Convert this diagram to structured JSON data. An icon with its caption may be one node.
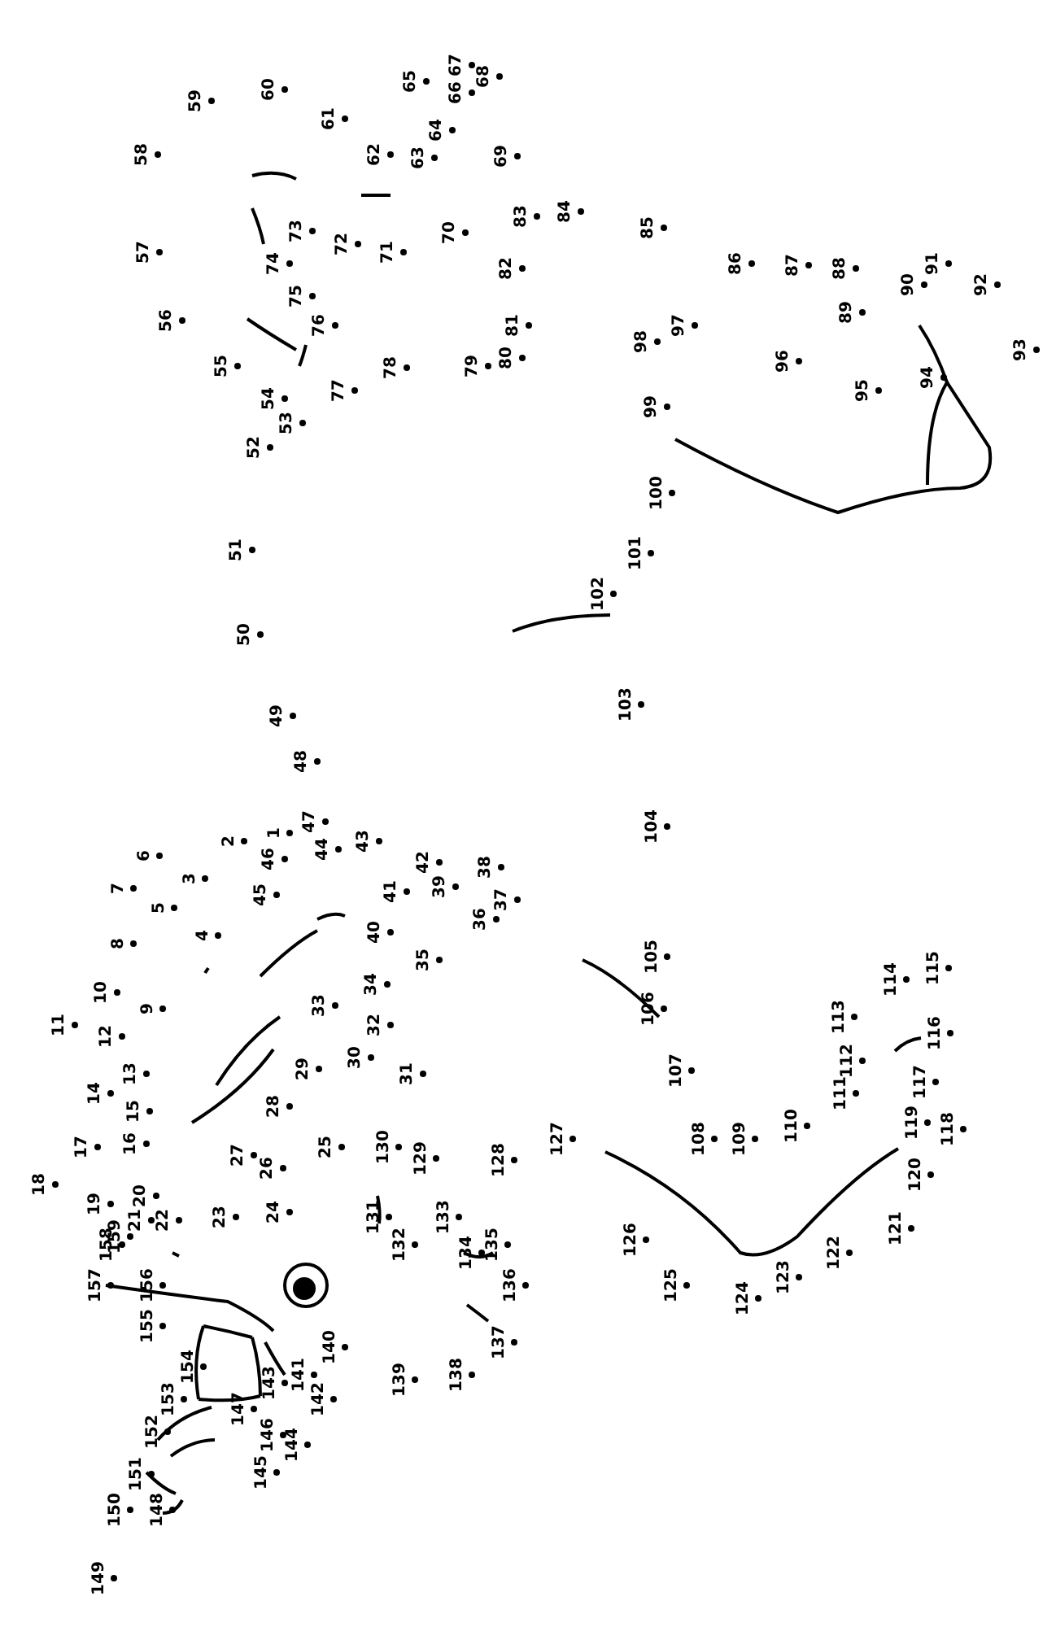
{
  "diagram": {
    "labels": [
      "1",
      "2",
      "3",
      "4",
      "5",
      "6",
      "7",
      "8",
      "9",
      "10",
      "11",
      "12",
      "13",
      "14",
      "15",
      "16",
      "17",
      "18",
      "19",
      "20",
      "21",
      "22",
      "23",
      "24",
      "25",
      "26",
      "27",
      "28",
      "29",
      "30",
      "31",
      "32",
      "33",
      "34",
      "35",
      "36",
      "37",
      "38",
      "39",
      "40",
      "41",
      "42",
      "43",
      "44",
      "45",
      "46",
      "47",
      "48",
      "49",
      "50",
      "51",
      "52",
      "53",
      "54",
      "55",
      "56",
      "57",
      "58",
      "59",
      "60",
      "61",
      "62",
      "63",
      "64",
      "65",
      "66",
      "67",
      "68",
      "69",
      "70",
      "71",
      "72",
      "73",
      "74",
      "75",
      "76",
      "77",
      "78",
      "79",
      "80",
      "81",
      "82",
      "83",
      "84",
      "85",
      "86",
      "87",
      "88",
      "89",
      "90",
      "91",
      "92",
      "93",
      "94",
      "95",
      "96",
      "97",
      "98",
      "99",
      "100",
      "101",
      "102",
      "103",
      "104",
      "105",
      "106",
      "107",
      "108",
      "109",
      "110",
      "111",
      "112",
      "113",
      "114",
      "115",
      "116",
      "117",
      "118",
      "119",
      "120",
      "121",
      "122",
      "123",
      "124",
      "125",
      "126",
      "127",
      "128",
      "129",
      "130",
      "131",
      "132",
      "133",
      "134",
      "135",
      "136",
      "137",
      "138",
      "139",
      "140",
      "141",
      "142",
      "143",
      "144",
      "145",
      "146",
      "147",
      "148",
      "149",
      "150",
      "151",
      "152",
      "153",
      "154",
      "155",
      "156",
      "157",
      "158",
      "159"
    ]
  }
}
